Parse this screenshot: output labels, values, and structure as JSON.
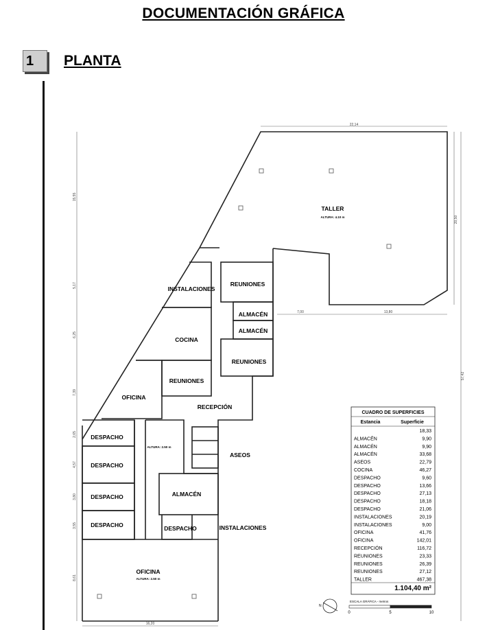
{
  "header": {
    "title": "DOCUMENTACIÓN GRÁFICA",
    "section_number": "1",
    "section_title": "PLANTA"
  },
  "plan": {
    "rooms": {
      "taller": "TALLER",
      "taller_height": "ALTURA: 4.10 m",
      "instalaciones_top": "INSTALACIONES",
      "reuniones_1": "REUNIONES",
      "almacen_1": "ALMACÉN",
      "almacen_2": "ALMACÉN",
      "cocina": "COCINA",
      "reuniones_2": "REUNIONES",
      "reuniones_3": "REUNIONES",
      "oficina_1": "OFICINA",
      "recepcion": "RECEPCIÓN",
      "despacho_1": "DESPACHO",
      "despacho_2": "DESPACHO",
      "despacho_3": "DESPACHO",
      "despacho_4": "DESPACHO",
      "despacho_5": "DESPACHO",
      "corridor_height": "ALTURA: 2.50 m",
      "aseos": "ASEOS",
      "almacen_3": "ALMACÉN",
      "instalaciones_bottom": "INSTALACIONES",
      "oficina_2": "OFICINA",
      "oficina_height": "ALTURA: 2.50 m"
    },
    "dimensions": {
      "top": "22,14",
      "right_taller": "20,50",
      "right_total": "57,42",
      "inner_left": "7,00",
      "inner_right": "13,80",
      "left_1": "15,55",
      "left_2": "5,17",
      "left_3": "6,25",
      "left_4": "7,39",
      "left_5": "2,65",
      "left_6": "4,57",
      "left_7": "3,80",
      "left_8": "3,55",
      "left_9": "8,61",
      "bottom": "16,20"
    }
  },
  "table": {
    "title": "CUADRO DE SUPERFICIES",
    "col_room": "Estancia",
    "col_area": "Superficie",
    "rows": [
      {
        "room": "",
        "area": "18,33"
      },
      {
        "room": "ALMACÉN",
        "area": "9,90"
      },
      {
        "room": "ALMACÉN",
        "area": "9,90"
      },
      {
        "room": "ALMACÉN",
        "area": "33,68"
      },
      {
        "room": "ASEOS",
        "area": "22,79"
      },
      {
        "room": "COCINA",
        "area": "46,27"
      },
      {
        "room": "DESPACHO",
        "area": "9,60"
      },
      {
        "room": "DESPACHO",
        "area": "13,66"
      },
      {
        "room": "DESPACHO",
        "area": "27,13"
      },
      {
        "room": "DESPACHO",
        "area": "18,18"
      },
      {
        "room": "DESPACHO",
        "area": "21,06"
      },
      {
        "room": "INSTALACIONES",
        "area": "20,19"
      },
      {
        "room": "INSTALACIONES",
        "area": "9,00"
      },
      {
        "room": "OFICINA",
        "area": "41,76"
      },
      {
        "room": "OFICINA",
        "area": "142,01"
      },
      {
        "room": "RECEPCIÓN",
        "area": "116,72"
      },
      {
        "room": "REUNIONES",
        "area": "23,33"
      },
      {
        "room": "REUNIONES",
        "area": "26,39"
      },
      {
        "room": "REUNIONES",
        "area": "27,12"
      },
      {
        "room": "TALLER",
        "area": "467,38"
      }
    ],
    "total": "1.104,40 m²"
  },
  "scale": {
    "label": "ESCALA GRÁFICA - metros",
    "ticks": [
      "0",
      "5",
      "10"
    ],
    "north": "N"
  }
}
